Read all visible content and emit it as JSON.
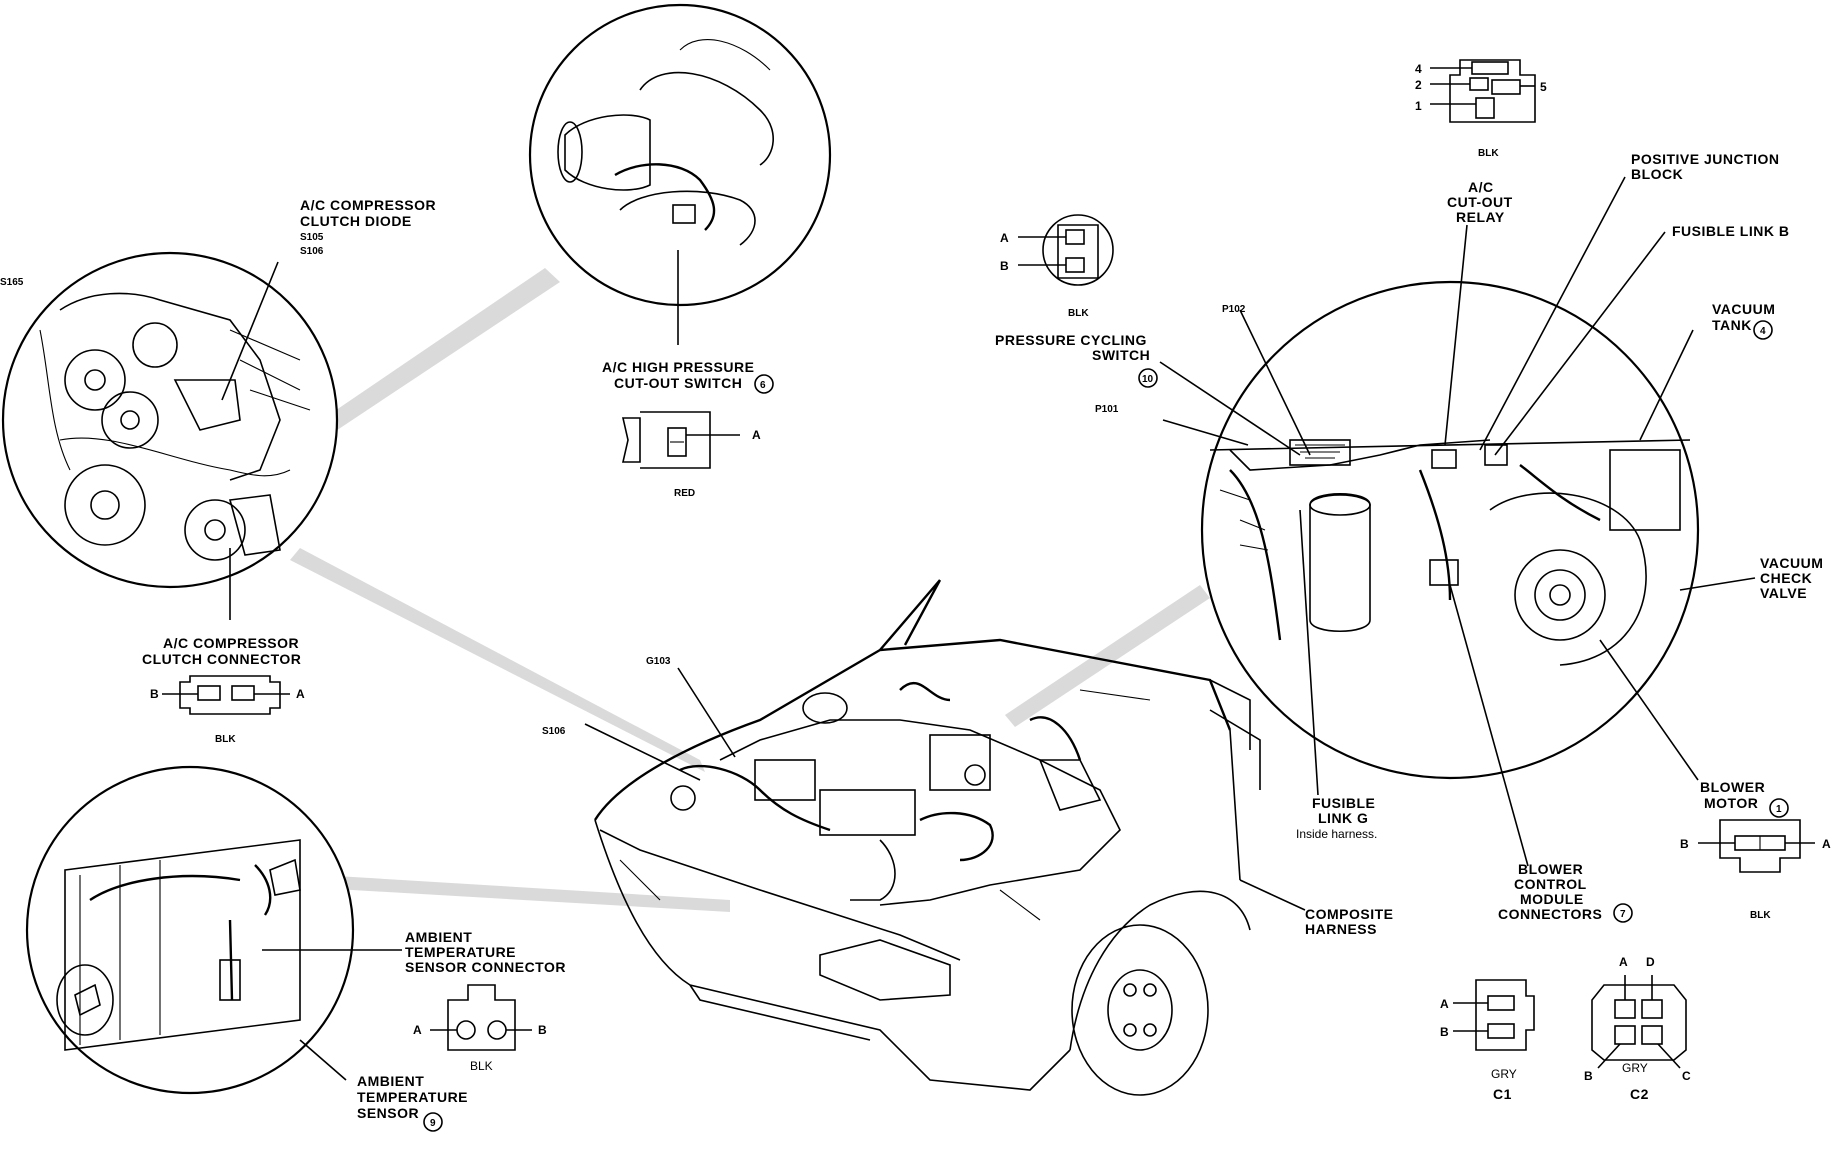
{
  "labels": {
    "s165": "S165",
    "ac_comp_diode_1": "A/C COMPRESSOR",
    "ac_comp_diode_2": "CLUTCH DIODE",
    "ac_comp_diode_3": "S105",
    "ac_comp_diode_4": "S106",
    "ac_high_press_1": "A/C HIGH PRESSURE",
    "ac_high_press_2": "CUT-OUT SWITCH",
    "ac_high_press_num": "6",
    "red": "RED",
    "ac_clutch_conn_1": "A/C COMPRESSOR",
    "ac_clutch_conn_2": "CLUTCH CONNECTOR",
    "blk_clutch": "BLK",
    "g103": "G103",
    "s106": "S106",
    "ambient_conn_1": "AMBIENT",
    "ambient_conn_2": "TEMPERATURE",
    "ambient_conn_3": "SENSOR CONNECTOR",
    "blk_ambient": "BLK",
    "ambient_sensor_1": "AMBIENT",
    "ambient_sensor_2": "TEMPERATURE",
    "ambient_sensor_3": "SENSOR",
    "ambient_sensor_num": "9",
    "pressure_cyc_1": "PRESSURE CYCLING",
    "pressure_cyc_2": "SWITCH",
    "pressure_cyc_num": "10",
    "blk_pressure": "BLK",
    "p102": "P102",
    "p101": "P101",
    "ac_cutout_relay_1": "A/C",
    "ac_cutout_relay_2": "CUT-OUT",
    "ac_cutout_relay_3": "RELAY",
    "blk_relay": "BLK",
    "pos_junction_1": "POSITIVE JUNCTION",
    "pos_junction_2": "BLOCK",
    "fusible_b": "FUSIBLE LINK B",
    "vacuum_tank_1": "VACUUM",
    "vacuum_tank_2": "TANK",
    "vacuum_tank_num": "4",
    "vacuum_check_1": "VACUUM",
    "vacuum_check_2": "CHECK",
    "vacuum_check_3": "VALVE",
    "fusible_g_1": "FUSIBLE",
    "fusible_g_2": "LINK G",
    "fusible_g_3": "Inside harness.",
    "blower_motor_1": "BLOWER",
    "blower_motor_2": "MOTOR",
    "blower_motor_num": "1",
    "blk_blower": "BLK",
    "blower_ctrl_1": "BLOWER",
    "blower_ctrl_2": "CONTROL",
    "blower_ctrl_3": "MODULE",
    "blower_ctrl_4": "CONNECTORS",
    "blower_ctrl_num": "7",
    "composite_1": "COMPOSITE",
    "composite_2": "HARNESS",
    "gry_c1": "GRY",
    "c1": "C1",
    "gry_c2": "GRY",
    "c2": "C2"
  },
  "pins": {
    "a": "A",
    "b": "B",
    "c": "C",
    "d": "D",
    "p1": "1",
    "p2": "2",
    "p4": "4",
    "p5": "5"
  },
  "colors": {
    "line": "#000000",
    "background": "#ffffff"
  }
}
